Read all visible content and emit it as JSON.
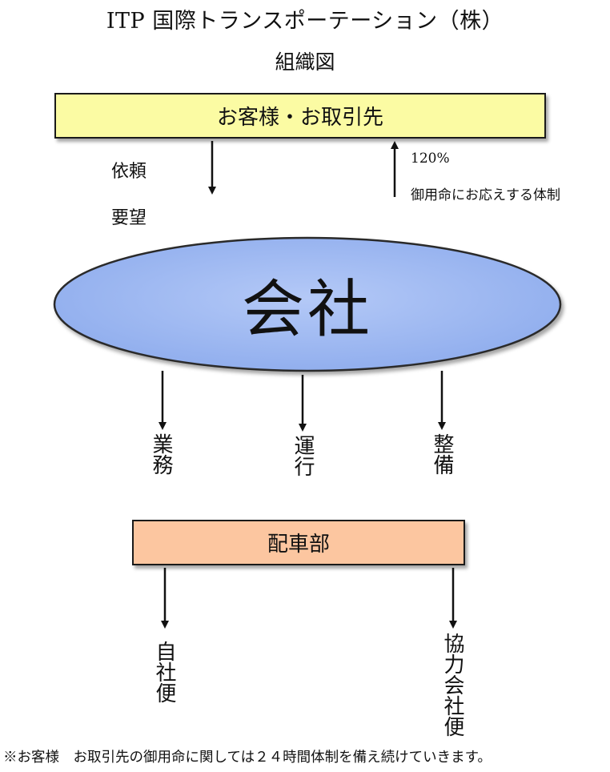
{
  "title": "ITP 国際トランスポーテーション（株）",
  "subtitle": "組織図",
  "customer_box": "お客様・お取引先",
  "request_labels": [
    "依頼",
    "要望"
  ],
  "response_label_1": "120%",
  "response_label_2": "御用命にお応えする体制",
  "company_label": "会社",
  "functions": [
    "業務",
    "運行",
    "整備"
  ],
  "dispatch_box": "配車部",
  "own_delivery": "自社便",
  "partner_delivery": "協力会社便",
  "footnote": "※お客様　お取引先の御用命に関しては２４時間体制を備え続けていきます。",
  "colors": {
    "customer_fill": "#fbfba3",
    "company_fill": "#9db8f2",
    "dispatch_fill": "#fcc6a0"
  }
}
